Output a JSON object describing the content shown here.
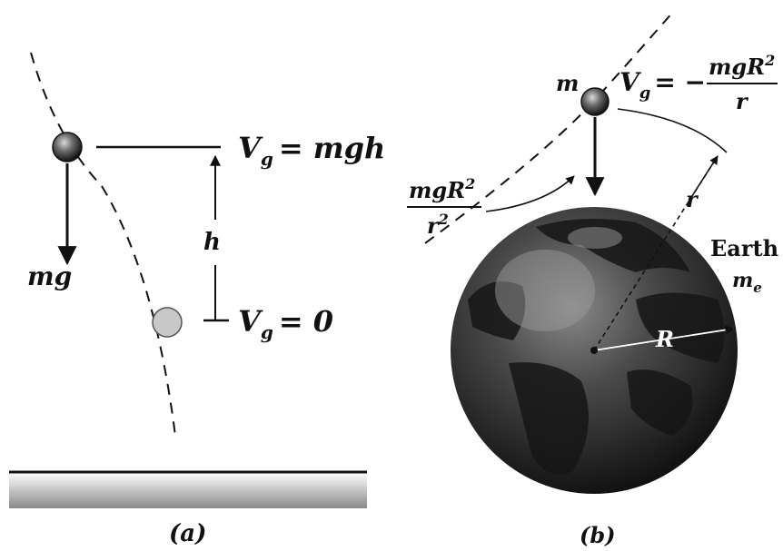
{
  "panel_a": {
    "caption": "(a)",
    "force_label": "mg",
    "height_label": "h",
    "potential_top": {
      "symbol": "V",
      "sub": "g",
      "rhs": "= mgh"
    },
    "potential_bottom": {
      "symbol": "V",
      "sub": "g",
      "rhs": "= 0"
    }
  },
  "panel_b": {
    "caption": "(b)",
    "mass_label": "m",
    "potential": {
      "symbol": "V",
      "sub": "g",
      "rhs_prefix": "= −",
      "numerator": "mgR",
      "numerator_sup": "2",
      "denominator": "r"
    },
    "force": {
      "numerator": "mgR",
      "numerator_sup": "2",
      "denominator": "r",
      "denominator_sup": "2"
    },
    "radius_label": "r",
    "earth_radius_label": "R",
    "earth_label": "Earth",
    "earth_mass": {
      "symbol": "m",
      "sub": "e"
    }
  },
  "colors": {
    "ink": "#111111",
    "earth_dark": "#1c1c1c",
    "earth_light": "#7a7a7a",
    "ghost_ball": "#c8c8c8"
  }
}
